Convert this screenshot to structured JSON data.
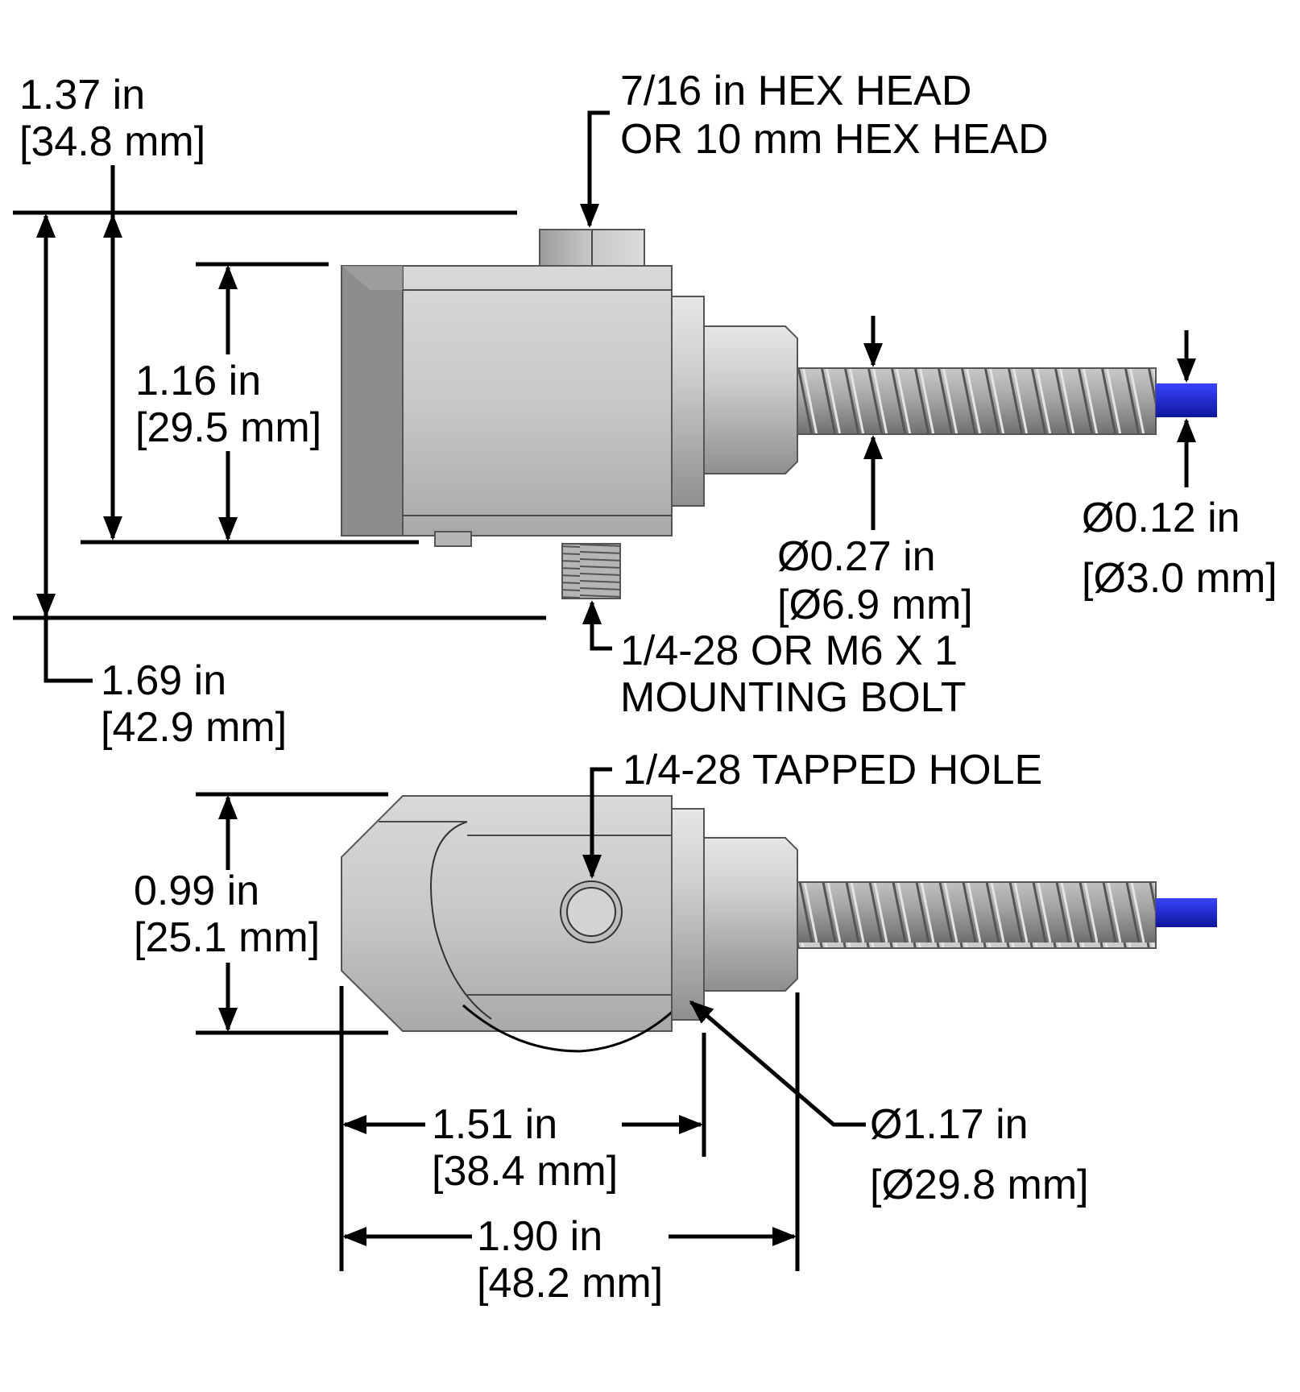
{
  "labels": {
    "overall_height": {
      "in": "1.37 in",
      "mm": "[34.8 mm]"
    },
    "total_height": {
      "in": "1.69 in",
      "mm": "[42.9 mm]"
    },
    "body_height": {
      "in": "1.16 in",
      "mm": "[29.5 mm]"
    },
    "hex_head": {
      "line1": "7/16 in HEX HEAD",
      "line2": "OR 10 mm HEX HEAD"
    },
    "cable_dia": {
      "in": "Ø0.27 in",
      "mm": "[Ø6.9 mm]"
    },
    "wire_dia": {
      "in": "Ø0.12 in",
      "mm": "[Ø3.0 mm]"
    },
    "mounting_bolt": {
      "line1": "1/4-28 OR M6 X 1",
      "line2": "MOUNTING BOLT"
    },
    "tapped_hole": "1/4-28 TAPPED HOLE",
    "base_height": {
      "in": "0.99 in",
      "mm": "[25.1 mm]"
    },
    "body_length": {
      "in": "1.51 in",
      "mm": "[38.4 mm]"
    },
    "base_dia": {
      "in": "Ø1.17 in",
      "mm": "[Ø29.8 mm]"
    },
    "overall_length": {
      "in": "1.90 in",
      "mm": "[48.2 mm]"
    }
  },
  "colors": {
    "body": "#c4c4c4",
    "body_dark": "#9a9a9a",
    "cable": "#a7a7a7",
    "wire": "#1a22c9"
  }
}
